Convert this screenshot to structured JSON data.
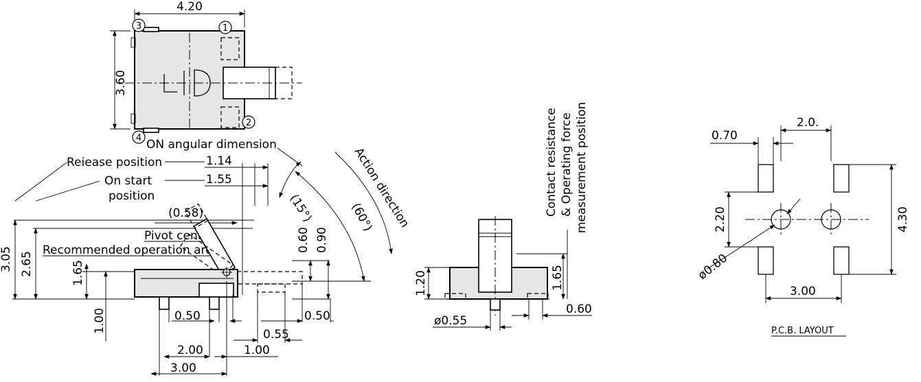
{
  "top_view": {
    "width_dim": "4.20",
    "height_dim": "3.60",
    "pin1": "1",
    "pin2": "2",
    "pin3": "3",
    "pin4": "4"
  },
  "side_view": {
    "on_angular_dimension": "ON angular dimension",
    "release_position": "Reiease position",
    "on_start_position_line1": "On start",
    "on_start_position_line2": "position",
    "pivot_center": "Pivot center",
    "recommended_operation_area": "Recommended operation area",
    "action_direction": "Action direction",
    "angle_15": "(15°)",
    "angle_60": "(60°)",
    "dims": {
      "d_1_14": "1.14",
      "d_1_55": "1.55",
      "d_0_58": "(0.58)",
      "d_3_05": "3.05",
      "d_2_65": "2.65",
      "d_1_65": "1.65",
      "d_1_00": "1.00",
      "d_0_60": "0.60",
      "d_0_90": "0.90",
      "d_0_50_left": "0.50",
      "d_0_50_right": "0.50",
      "d_0_55": "0.55",
      "d_2_00": "2.00",
      "d_1_00_bottom": "1.00",
      "d_3_00": "3.00"
    }
  },
  "front_view": {
    "contact_line1": "Contact resistance",
    "contact_line2": "& Operating force",
    "contact_line3": "measurement position",
    "d_1_20": "1.20",
    "d_1_65": "1.65",
    "d_0_55_dia": "ø0.55",
    "d_0_60": "0.60"
  },
  "pcb_layout": {
    "title": "P.C.B. LAYOUT",
    "d_2_0": "2.0.",
    "d_0_70": "0.70",
    "d_2_20": "2.20",
    "d_4_30": "4.30",
    "d_0_80_dia": "ø0.80",
    "d_3_00": "3.00"
  }
}
